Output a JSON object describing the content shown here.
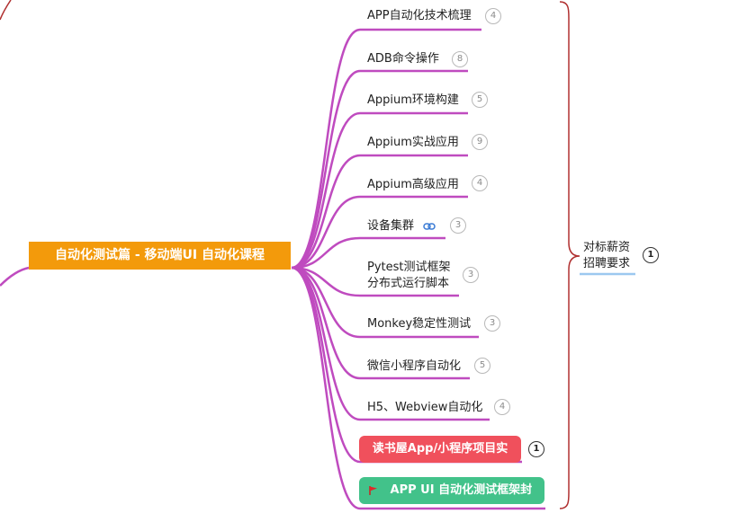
{
  "colors": {
    "branch": "#bf4bbf",
    "center": "#f39a0b",
    "red_pill": "#f0505c",
    "green_pill": "#42c28a",
    "bracket": "#b03030",
    "underline_blue": "#9cc8f0"
  },
  "center": {
    "label": "自动化测试篇 - 移动端UI 自动化课程"
  },
  "branches": [
    {
      "label": "APP自动化技术梳理",
      "count": "4"
    },
    {
      "label": "ADB命令操作",
      "count": "8"
    },
    {
      "label": "Appium环境构建",
      "count": "5"
    },
    {
      "label": "Appium实战应用",
      "count": "9"
    },
    {
      "label": "Appium高级应用",
      "count": "4"
    },
    {
      "label": "设备集群",
      "count": "3",
      "icon": "link-icon"
    },
    {
      "label_line1": "Pytest测试框架",
      "label_line2": "分布式运行脚本",
      "count": "3"
    },
    {
      "label": "Monkey稳定性测试",
      "count": "3"
    },
    {
      "label": "微信小程序自动化",
      "count": "5"
    },
    {
      "label": "H5、Webview自动化",
      "count": "4"
    }
  ],
  "red_node": {
    "label": "读书屋App/小程序项目实战",
    "count": "1"
  },
  "green_node": {
    "label": "APP UI 自动化测试框架封装",
    "icon": "flag-icon"
  },
  "summary": {
    "line1": "对标薪资",
    "line2": "招聘要求",
    "count": "1"
  }
}
